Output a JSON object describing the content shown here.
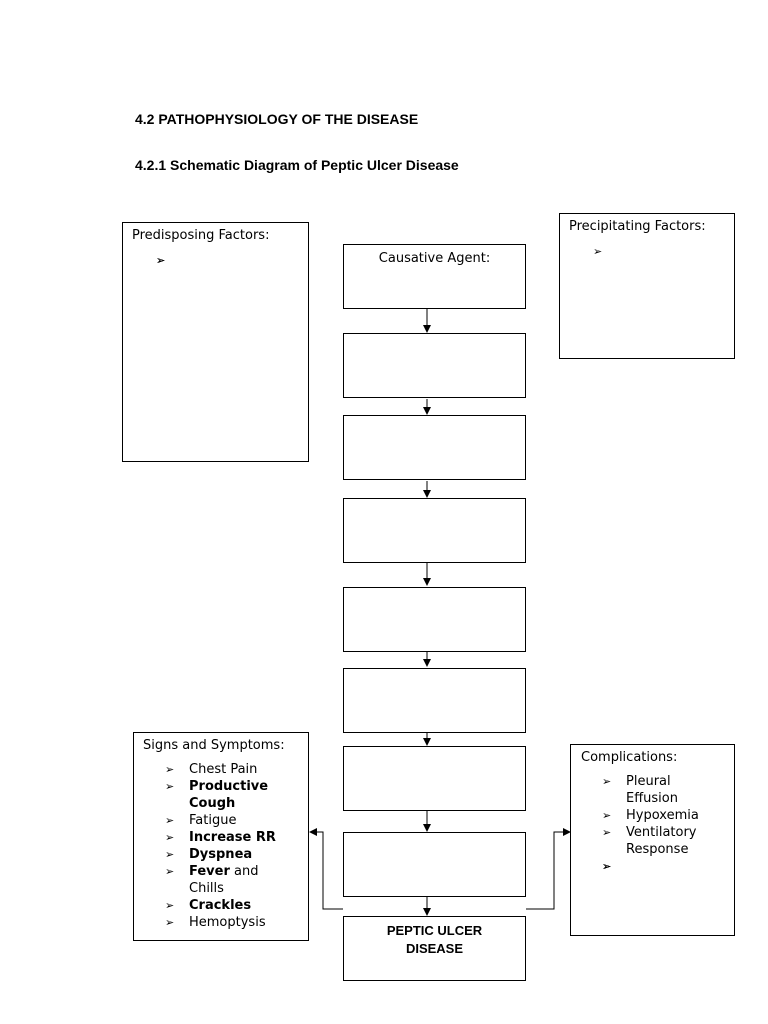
{
  "headings": {
    "section": "4.2 PATHOPHYSIOLOGY OF THE DISEASE",
    "subsection": "4.2.1 Schematic Diagram of Peptic Ulcer Disease"
  },
  "bullet_glyph": "➢",
  "predisposing": {
    "title": "Predisposing Factors:",
    "items": [
      "",
      "",
      ""
    ]
  },
  "precipitating": {
    "title": "Precipitating Factors:",
    "items": [
      ""
    ]
  },
  "flow": {
    "causative_label": "Causative Agent:",
    "final_line1": "PEPTIC ULCER",
    "final_line2": "DISEASE"
  },
  "signs": {
    "title": "Signs and Symptoms:",
    "items": [
      {
        "bold": "",
        "text": "Chest Pain"
      },
      {
        "bold": "Productive",
        "text": ""
      },
      {
        "bold": "Cough",
        "text": "",
        "continuation": true
      },
      {
        "bold": "",
        "text": "Fatigue"
      },
      {
        "bold": "Increase RR",
        "text": ""
      },
      {
        "bold": "Dyspnea",
        "text": ""
      },
      {
        "bold": "Fever",
        "text": " and"
      },
      {
        "bold": "",
        "text": "Chills",
        "continuation": true
      },
      {
        "bold": "Crackles",
        "text": ""
      },
      {
        "bold": "",
        "text": "Hemoptysis"
      }
    ]
  },
  "complications": {
    "title": "Complications:",
    "items": [
      {
        "text": "Pleural"
      },
      {
        "text": "Effusion",
        "continuation": true
      },
      {
        "text": "Hypoxemia"
      },
      {
        "text": "Ventilatory"
      },
      {
        "text": "Response",
        "continuation": true
      },
      {
        "text": ""
      },
      {
        "text": ""
      },
      {
        "text": ""
      },
      {
        "text": ""
      }
    ]
  }
}
